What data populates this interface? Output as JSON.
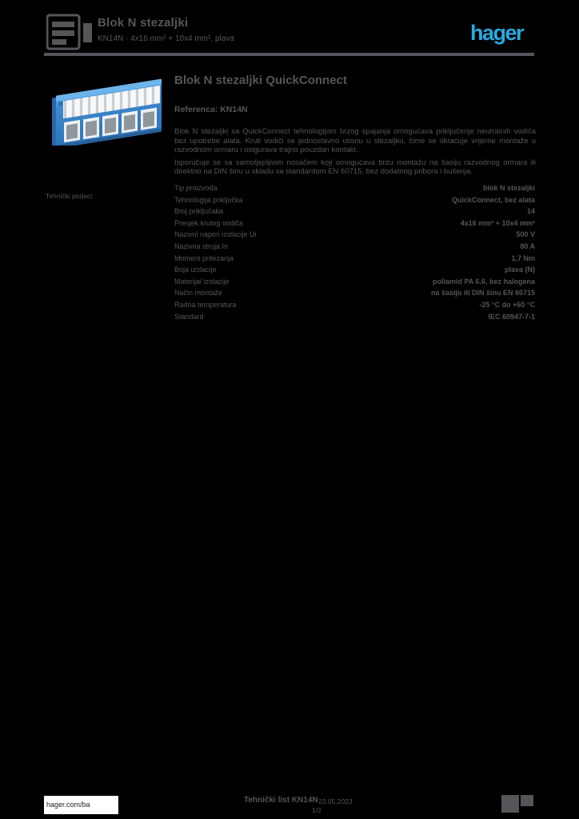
{
  "page": {
    "background_color": "#000000",
    "text_color": "#55565a",
    "brand_blue": "#29a9e1"
  },
  "header": {
    "title": "Blok N stezaljki",
    "subtitle": "KN14N · 4x16 mm² + 10x4 mm², plava",
    "brand_logo_text": "hager",
    "icon": "product-family-icon"
  },
  "product": {
    "title": "Blok N stezaljki QuickConnect",
    "reference": "Referenca: KN14N",
    "description_p1": "Blok N stezaljki sa QuickConnect tehnologijom brzog spajanja omogućava priključenje neutralnih vodiča bez upotrebe alata. Kruti vodiči se jednostavno utisnu u stezaljku, čime se skraćuje vrijeme montaže u razvodnom ormaru i osigurava trajno pouzdan kontakt.",
    "description_p2": "Isporučuje se sa samoljepljivim nosačem koji omogućava brzu montažu na šasiju razvodnog ormara ili direktno na DIN šinu u skladu sa standardom EN 60715, bez dodatnog pribora i bušenja.",
    "image": "blue-neutral-terminal-block-photo"
  },
  "section": {
    "label": "Tehnički podaci"
  },
  "specs": {
    "rows": [
      {
        "label": "Tip proizvoda",
        "value": "blok N stezaljki"
      },
      {
        "label": "Tehnologija priključka",
        "value": "QuickConnect, bez alata"
      },
      {
        "label": "Broj priključaka",
        "value": "14"
      },
      {
        "label": "Presjek krutog vodiča",
        "value": "4x16 mm² + 10x4 mm²"
      },
      {
        "label": "Nazivni napon izolacije Ui",
        "value": "500 V"
      },
      {
        "label": "Nazivna struja In",
        "value": "80 A"
      },
      {
        "label": "Moment pritezanja",
        "value": "1,7 Nm"
      },
      {
        "label": "Boja izolacije",
        "value": "plava (N)"
      },
      {
        "label": "Materijal izolacije",
        "value": "poliamid PA 6.6, bez halogena"
      },
      {
        "label": "Način montaže",
        "value": "na šasiju ili DIN šinu EN 60715"
      },
      {
        "label": "Radna temperatura",
        "value": "-25 °C do +60 °C"
      },
      {
        "label": "Standard",
        "value": "IEC 60947-7-1"
      }
    ]
  },
  "footer": {
    "website": "hager.com/ba",
    "doc_info": "Tehnički list KN14N",
    "date": "23.05.2023",
    "page": "1/2",
    "qr": "qr-code"
  }
}
